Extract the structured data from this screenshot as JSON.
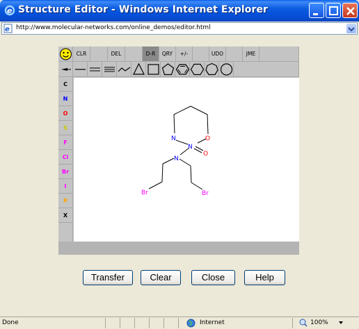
{
  "window": {
    "title": "Structure Editor - Windows Internet Explorer",
    "url": "http://www.molecular-networks.com/online_demos/editor.html"
  },
  "applet": {
    "top_tools": [
      "CLR",
      "DEL",
      "D-R",
      "QRY",
      "+/-",
      "UDO",
      "JME"
    ],
    "elements": [
      {
        "label": "C",
        "color": "#000000"
      },
      {
        "label": "N",
        "color": "#0000ff"
      },
      {
        "label": "O",
        "color": "#ff0000"
      },
      {
        "label": "S",
        "color": "#c8c800"
      },
      {
        "label": "F",
        "color": "#ff00ff"
      },
      {
        "label": "Cl",
        "color": "#ff00ff"
      },
      {
        "label": "Br",
        "color": "#ff00ff"
      },
      {
        "label": "I",
        "color": "#ff00ff"
      },
      {
        "label": "P",
        "color": "#ffa500"
      },
      {
        "label": "X",
        "color": "#000000"
      }
    ],
    "molecule": {
      "atom_labels": [
        "N",
        "N",
        "O",
        "O",
        "N",
        "Br",
        "Br"
      ]
    }
  },
  "buttons": {
    "transfer": "Transfer",
    "clear": "Clear",
    "close": "Close",
    "help": "Help"
  },
  "status": {
    "text": "Done",
    "zone": "Internet",
    "zoom": "100%"
  }
}
